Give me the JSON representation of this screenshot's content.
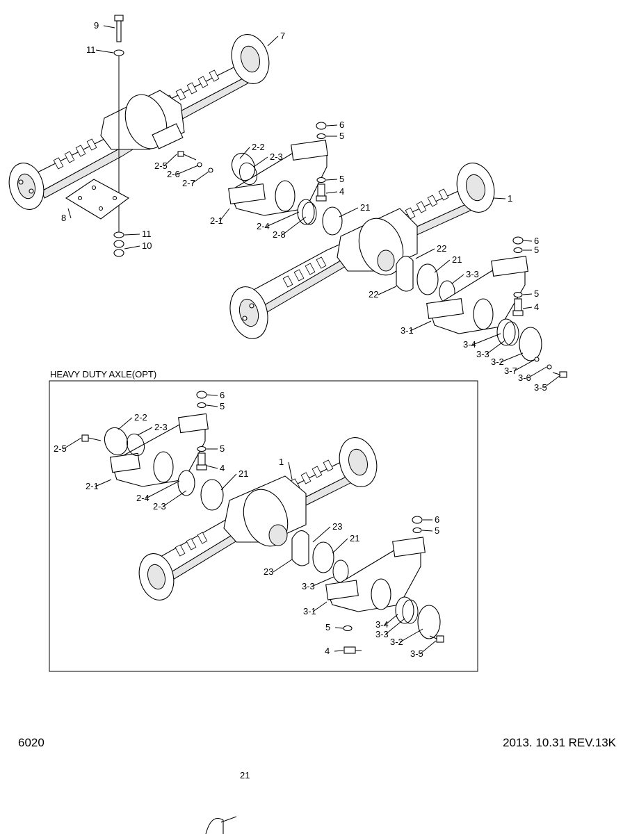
{
  "box_title": "HEAVY DUTY AXLE(OPT)",
  "footer": {
    "page_number": "6020",
    "revision": "2013. 10.31  REV.13K"
  },
  "callouts_top": [
    "9",
    "11",
    "7",
    "2-2",
    "2-3",
    "2-5",
    "2-6",
    "2-7",
    "6",
    "5",
    "5",
    "4",
    "1",
    "8",
    "2-1",
    "2-4",
    "2-8",
    "21",
    "11",
    "10",
    "6",
    "5",
    "22",
    "21",
    "3-3",
    "22",
    "5",
    "4",
    "3-1",
    "3-4",
    "3-3",
    "3-2",
    "3-7",
    "3-6",
    "3-5"
  ],
  "callouts_box": [
    "6",
    "5",
    "2-2",
    "2-3",
    "2-5",
    "5",
    "4",
    "1",
    "2-1",
    "21",
    "2-4",
    "2-3",
    "23",
    "21",
    "6",
    "5",
    "23",
    "3-3",
    "3-1",
    "5",
    "3-4",
    "3-3",
    "3-2",
    "4",
    "3-5"
  ],
  "callout_bottom": "21"
}
